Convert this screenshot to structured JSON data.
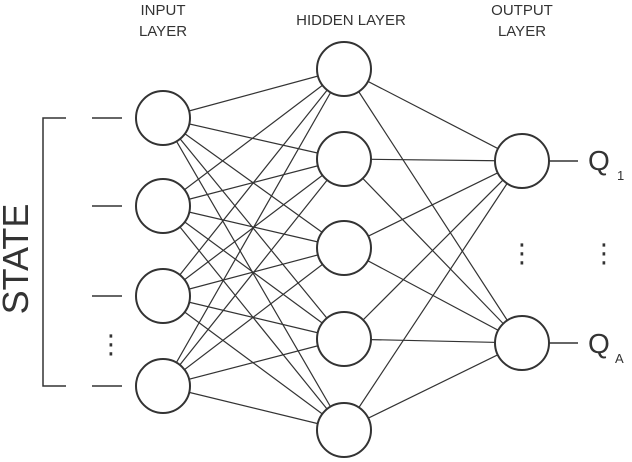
{
  "labels": {
    "input_layer": [
      "INPUT",
      "LAYER"
    ],
    "hidden_layer": [
      "HIDDEN LAYER"
    ],
    "output_layer": [
      "OUTPUT",
      "LAYER"
    ],
    "state": "STATE",
    "q1_main": "Q",
    "q1_sub": "1",
    "qa_main": "Q",
    "qa_sub": "A",
    "ellipsis": "⋮"
  },
  "layers": {
    "input": {
      "node_count": 4
    },
    "hidden": {
      "node_count": 5
    },
    "output": {
      "node_count": 2
    }
  },
  "connectivity": "fully-connected",
  "colors": {
    "stroke": "#333333",
    "background": "#ffffff"
  }
}
